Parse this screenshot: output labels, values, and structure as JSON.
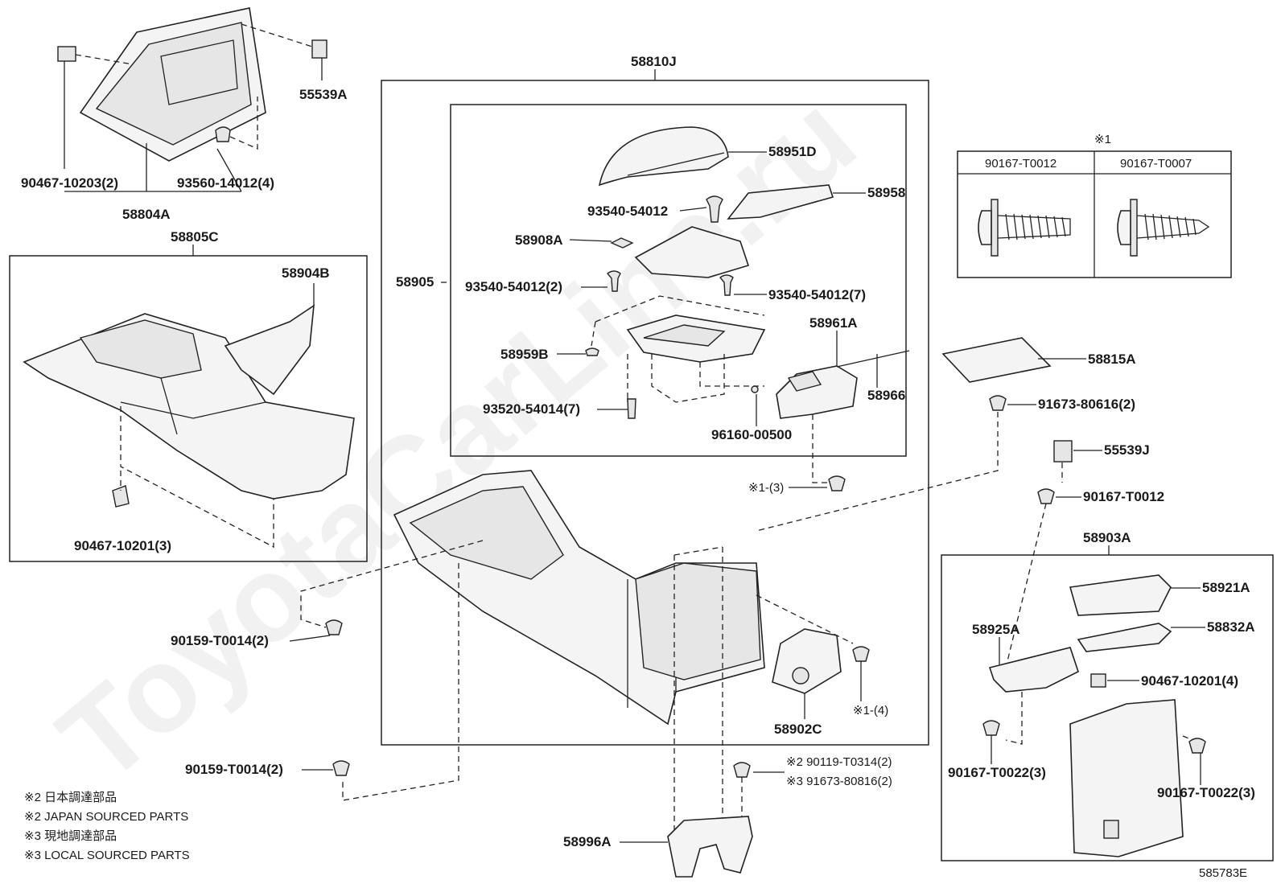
{
  "watermark": "ToyotaCarLine.ru",
  "diagram_id": "585783E",
  "legend": {
    "mark": "※1",
    "col1": "90167-T0012",
    "col2": "90167-T0007"
  },
  "notes": [
    "※2 日本調達部品",
    "※2 JAPAN SOURCED PARTS",
    "※3 現地調達部品",
    "※3 LOCAL SOURCED PARTS"
  ],
  "labels": {
    "p58810J": "58810J",
    "p55539A": "55539A",
    "p90467_10203": "90467-10203(2)",
    "p93560_14012": "93560-14012(4)",
    "p58804A": "58804A",
    "p58805C": "58805C",
    "p58904B": "58904B",
    "p90467_10201_3": "90467-10201(3)",
    "p58951D": "58951D",
    "p58958": "58958",
    "p93540_54012": "93540-54012",
    "p58908A": "58908A",
    "p58905": "58905",
    "p93540_54012_2": "93540-54012(2)",
    "p93540_54012_7": "93540-54012(7)",
    "p58961A": "58961A",
    "p58959B": "58959B",
    "p58966": "58966",
    "p93520_54014": "93520-54014(7)",
    "p96160_00500": "96160-00500",
    "p1_3": "※1-(3)",
    "p58815A": "58815A",
    "p91673_80616": "91673-80616(2)",
    "p55539J": "55539J",
    "p90167_T0012": "90167-T0012",
    "p58903A": "58903A",
    "p58921A": "58921A",
    "p58832A": "58832A",
    "p58925A": "58925A",
    "p90467_10201_4": "90467-10201(4)",
    "p90167_T0022_left": "90167-T0022(3)",
    "p90167_T0022_right": "90167-T0022(3)",
    "p90159_T0014_a": "90159-T0014(2)",
    "p90159_T0014_b": "90159-T0014(2)",
    "p1_4": "※1-(4)",
    "p58902C": "58902C",
    "p90119_T0314": "※2 90119-T0314(2)",
    "p91673_80816": "※3 91673-80816(2)",
    "p58996A": "58996A"
  }
}
